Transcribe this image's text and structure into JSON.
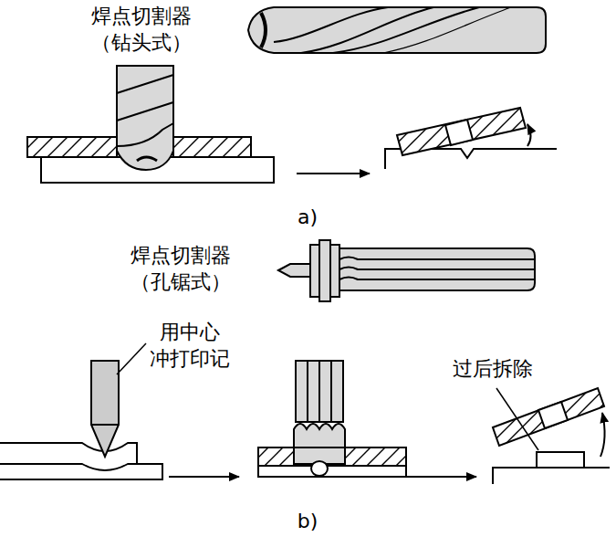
{
  "diagram": {
    "labels": [
      "焊点切割器 （钻头式）",
      "a)",
      "焊点切割器 （孔锯式）",
      "用中心 冲打印记",
      "过后拆除",
      "b)"
    ]
  }
}
